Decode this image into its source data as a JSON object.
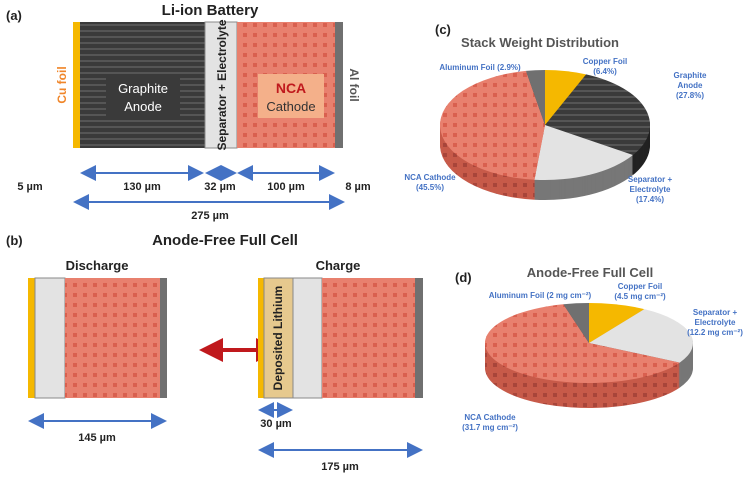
{
  "panel_a": {
    "label": "(a)",
    "title": "Li-ion Battery",
    "cu_foil": "Cu foil",
    "al_foil": "Al foil",
    "anode_line1": "Graphite",
    "anode_line2": "Anode",
    "separator": "Separator + Electrolyte",
    "cathode_line1": "NCA",
    "cathode_line2": "Cathode",
    "dims": [
      "5 µm",
      "130 µm",
      "32 µm",
      "100 µm",
      "8 µm"
    ],
    "total": "275 µm"
  },
  "panel_b": {
    "label": "(b)",
    "title": "Anode-Free Full Cell",
    "discharge": "Discharge",
    "charge": "Charge",
    "deposited": "Deposited Lithium",
    "discharge_dim": "145 µm",
    "li_dim": "30 µm",
    "charge_dim": "175 µm"
  },
  "colors": {
    "copper": "#f5b800",
    "graphite": "#3a3a3a",
    "separator": "#e3e3e3",
    "nca": "#e8806e",
    "aluminum": "#707070",
    "lithium": "#e6c98e",
    "arrow": "#4472c4",
    "swap": "#c0191d"
  },
  "chart_data": [
    {
      "type": "pie",
      "panel": "(c)",
      "title": "Stack Weight Distribution",
      "slices": [
        {
          "name": "Copper Foil",
          "value": 6.4,
          "label": [
            "Copper Foil",
            "(6.4%)"
          ],
          "color": "copper"
        },
        {
          "name": "Graphite Anode",
          "value": 27.8,
          "label": [
            "Graphite",
            "Anode",
            "(27.8%)"
          ],
          "color": "graphite"
        },
        {
          "name": "Separator + Electrolyte",
          "value": 17.4,
          "label": [
            "Separator +",
            "Electrolyte",
            "(17.4%)"
          ],
          "color": "separator"
        },
        {
          "name": "NCA Cathode",
          "value": 45.5,
          "label": [
            "NCA Cathode",
            "(45.5%)"
          ],
          "color": "nca"
        },
        {
          "name": "Aluminum Foil",
          "value": 2.9,
          "label": [
            "Aluminum Foil (2.9%)"
          ],
          "color": "aluminum"
        }
      ]
    },
    {
      "type": "pie",
      "panel": "(d)",
      "title": "Anode-Free Full Cell",
      "slices": [
        {
          "name": "Copper Foil",
          "value": 4.5,
          "label": [
            "Copper Foil",
            "(4.5 mg cm⁻²)"
          ],
          "color": "copper"
        },
        {
          "name": "Separator + Electrolyte",
          "value": 12.2,
          "label": [
            "Separator +",
            "Electrolyte",
            "(12.2 mg cm⁻²)"
          ],
          "color": "separator"
        },
        {
          "name": "NCA Cathode",
          "value": 31.7,
          "label": [
            "NCA Cathode",
            "(31.7 mg cm⁻²)"
          ],
          "color": "nca"
        },
        {
          "name": "Aluminum Foil",
          "value": 2,
          "label": [
            "Aluminum Foil (2 mg cm⁻²)"
          ],
          "color": "aluminum"
        }
      ]
    }
  ]
}
